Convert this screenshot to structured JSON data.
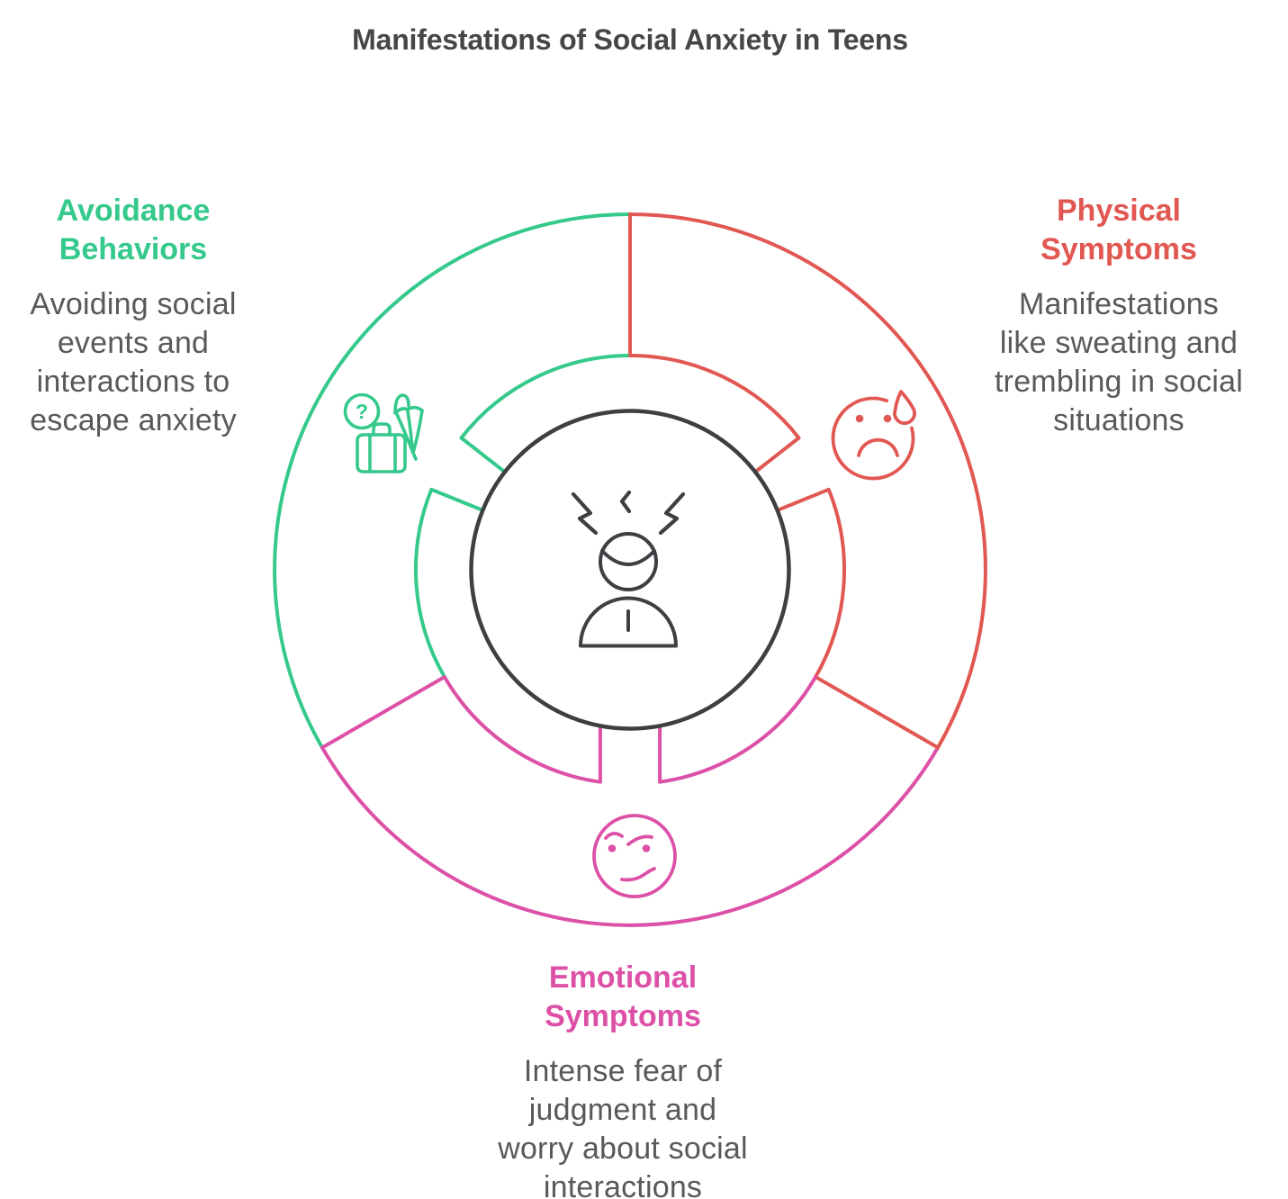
{
  "title": "Manifestations of Social Anxiety in Teens",
  "colors": {
    "green": "#35C98C",
    "red": "#E15752",
    "pink": "#DC51A7",
    "dark_gray": "#3E3F43",
    "text_gray": "#58595B",
    "title_gray": "#464646"
  },
  "center": {
    "icon": "stressed-person-icon"
  },
  "sections": [
    {
      "id": "avoidance-behaviors",
      "position": "left",
      "color": "#35C98C",
      "heading": "Avoidance\nBehaviors",
      "description": "Avoiding social\nevents and\ninteractions to\nescape anxiety",
      "icon": "luggage-question-umbrella-icon"
    },
    {
      "id": "physical-symptoms",
      "position": "right",
      "color": "#E15752",
      "heading": "Physical\nSymptoms",
      "description": "Manifestations\nlike sweating and\ntrembling in social\nsituations",
      "icon": "sweating-sad-face-icon"
    },
    {
      "id": "emotional-symptoms",
      "position": "bottom",
      "color": "#DC51A7",
      "heading": "Emotional\nSymptoms",
      "description": "Intense fear of\njudgment and\nworry about social\ninteractions",
      "icon": "annoyed-face-icon"
    }
  ]
}
